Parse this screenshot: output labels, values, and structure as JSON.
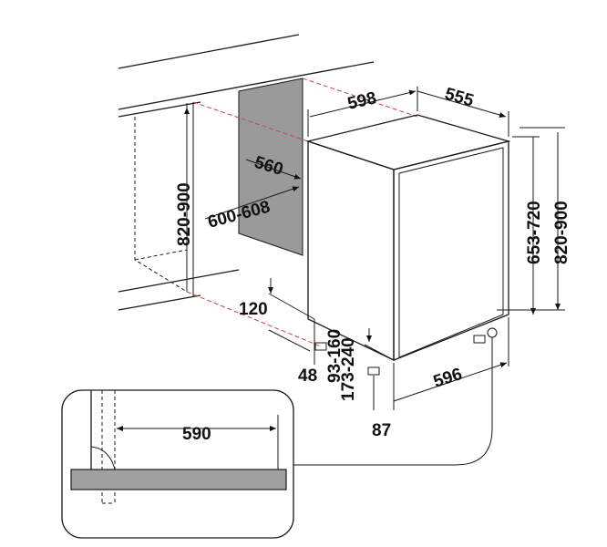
{
  "colors": {
    "line": "#1a1a1a",
    "panel": "#9a9a9a",
    "hidden_edge": "#d04040",
    "base_bar": "#a0a0a0"
  },
  "dimensions": {
    "width_niche_top": "598",
    "depth": "555",
    "niche_depth": "560",
    "niche_width": "600-608",
    "niche_height_left": "820-900",
    "appliance_height": "653-720",
    "niche_height_right": "820-900",
    "plinth_height": "120",
    "foot_offset": "48",
    "range_93_160": "93-160",
    "range_173_240": "173-240",
    "appliance_width": "596",
    "door_offset": "87",
    "inset_width": "590"
  }
}
